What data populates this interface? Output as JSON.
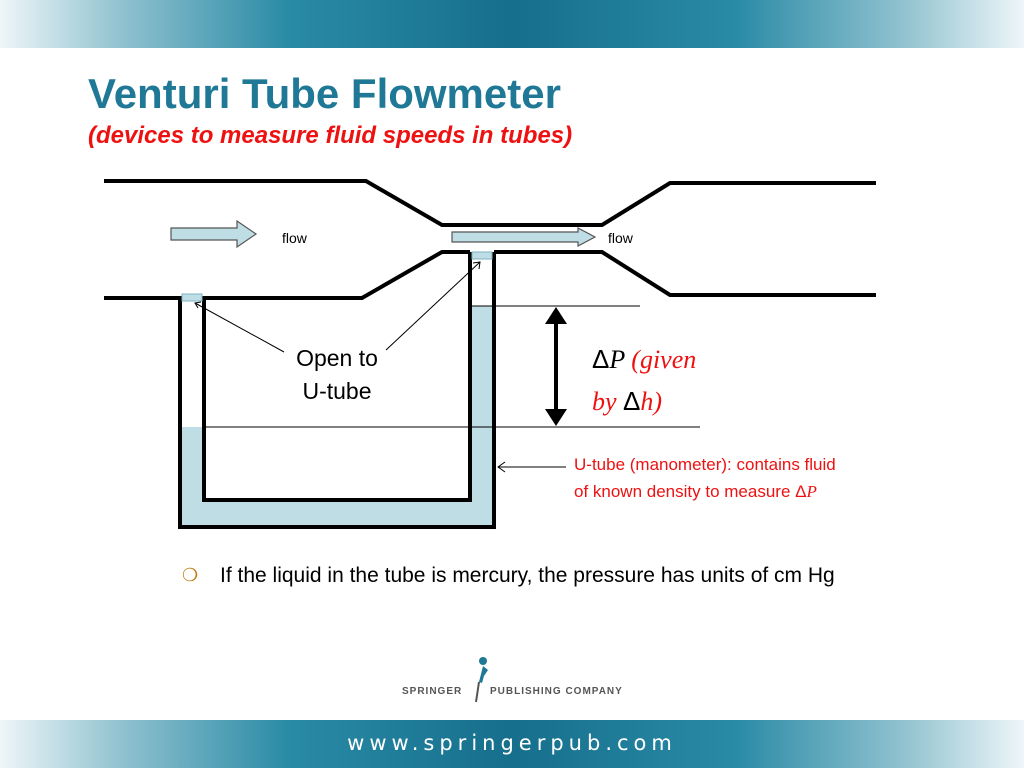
{
  "slide": {
    "title": "Venturi Tube Flowmeter",
    "subtitle": "(devices to measure fluid speeds in tubes)"
  },
  "diagram": {
    "flow_left_label": "flow",
    "flow_right_label": "flow",
    "open_label_line1": "Open to",
    "open_label_line2": "U-tube",
    "delta_p_symbol": "Δ",
    "delta_p_var": "P",
    "delta_p_given": " (given",
    "delta_p_by": "by ",
    "delta_h_symbol": "Δ",
    "delta_h_var": "h)",
    "manometer_line1": "U-tube (manometer): contains fluid",
    "manometer_line2": "of known density to measure Δ",
    "manometer_var": "P",
    "colors": {
      "fluid": "#bfdde5",
      "fluid_stroke": "#7fb3c2",
      "pipe": "#000000",
      "label_red": "#ee1111"
    }
  },
  "bullet": {
    "marker": "❍",
    "text": "If the liquid in the tube is mercury, the pressure has units of cm Hg"
  },
  "footer": {
    "logo_left": "SPRINGER",
    "logo_right": "PUBLISHING COMPANY",
    "website": "www.springerpub.com"
  },
  "colors": {
    "title": "#1f7896",
    "subtitle": "#ee1111",
    "band": "#166f8c"
  }
}
